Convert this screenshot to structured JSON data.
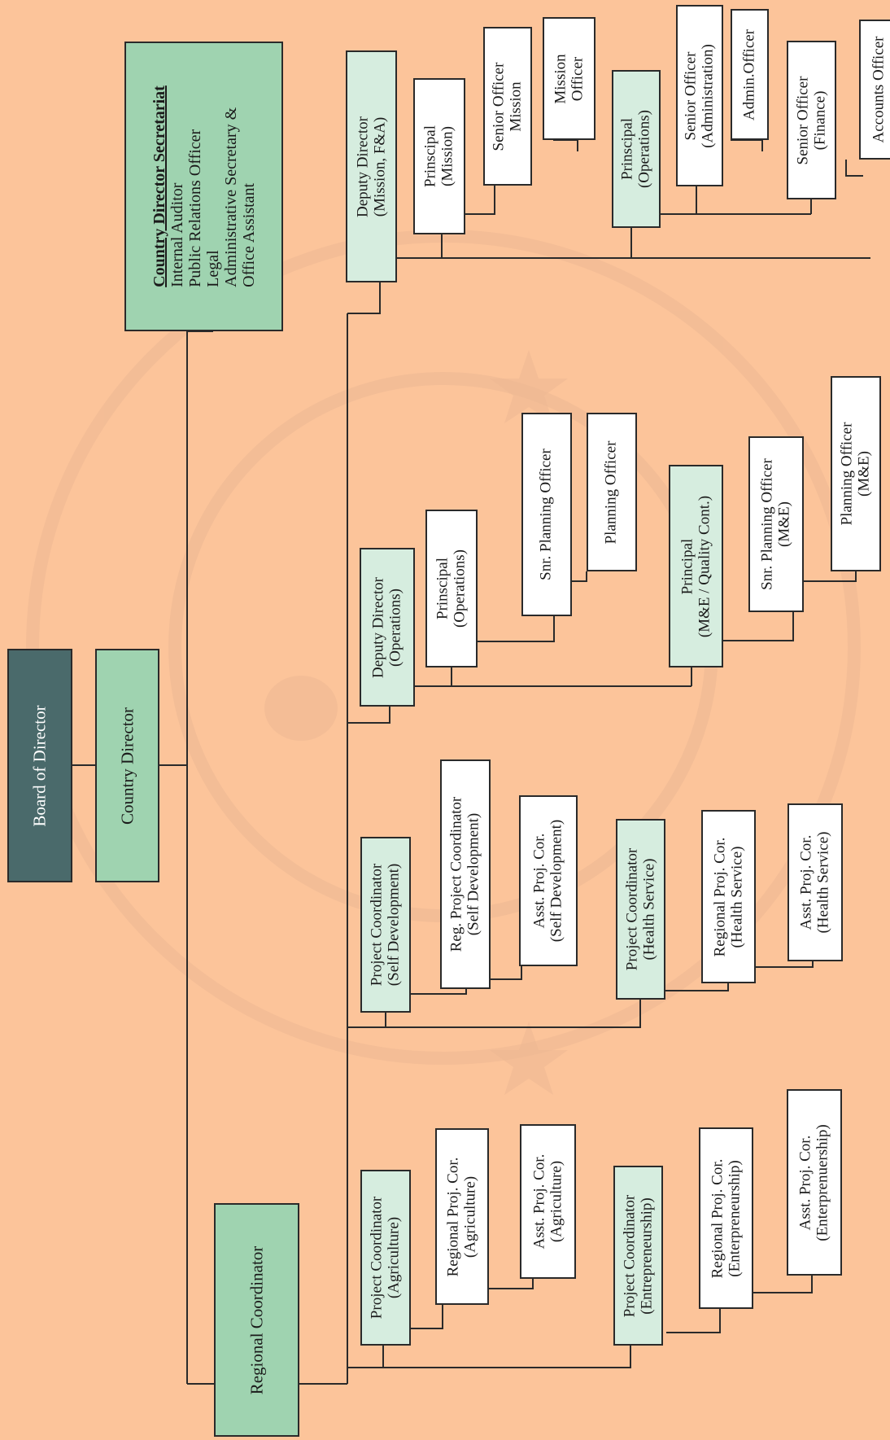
{
  "colors": {
    "background": "#fcc49a",
    "dark_box": "#4a6a6b",
    "green_box": "#9fd3b0",
    "pale_box": "#d6eddf",
    "white_box": "#ffffff",
    "line": "#2a2a2a"
  },
  "board": {
    "label": "Board of Director"
  },
  "country_director": {
    "label": "Country Director"
  },
  "secretariat": {
    "title": "Country Director Secretariat",
    "items": [
      "Internal Auditor",
      "Public Relations Officer",
      "Legal",
      "Administrative Secretary &",
      "Office Assistant"
    ]
  },
  "regional_coordinator": {
    "label": "Regional Coordinator"
  },
  "deputy_mission": {
    "label": [
      "Deputy Director",
      "(Mission, F&A)"
    ],
    "principal_mission": [
      "Prinscipal",
      "(Mission)"
    ],
    "senior_officer_mission": [
      "Senior Officer",
      "Mission"
    ],
    "mission_officer": [
      "Mission",
      "Officer"
    ],
    "principal_operations": [
      "Prinscipal",
      "(Operations)"
    ],
    "senior_officer_admin": [
      "Senior Officer",
      "(Administration)"
    ],
    "admin_officer": [
      "Admin.Officer"
    ],
    "senior_officer_finance": [
      "Senior Officer",
      "(Finance)"
    ],
    "accounts_officer": [
      "Accounts Officer"
    ]
  },
  "deputy_operations": {
    "label": [
      "Deputy Director",
      "(Operations)"
    ],
    "principal_operations": [
      "Prinscipal",
      "(Operations)"
    ],
    "snr_planning": [
      "Snr. Planning Officer"
    ],
    "planning_officer": [
      "Planning Officer"
    ],
    "principal_me": [
      "Principal",
      "(M&E / Quality Cont.)"
    ],
    "snr_planning_me": [
      "Snr. Planning Officer",
      "(M&E)"
    ],
    "planning_me": [
      "Planning Officer",
      "(M&E)"
    ]
  },
  "pc_self": {
    "label": [
      "Project Coordinator",
      "(Self Development)"
    ],
    "reg": [
      "Reg. Project Coordinator",
      "(Self Development)"
    ],
    "asst": [
      "Asst. Proj. Cor.",
      "(Self Development)"
    ]
  },
  "pc_health": {
    "label": [
      "Project Coordinator",
      "(Health Service)"
    ],
    "reg": [
      "Regional Proj. Cor.",
      "(Health Service)"
    ],
    "asst": [
      "Asst. Proj. Cor.",
      "(Health Service)"
    ]
  },
  "pc_agri": {
    "label": [
      "Project Coordinator",
      "(Agriculture)"
    ],
    "reg": [
      "Regional Proj. Cor.",
      "(Agriculture)"
    ],
    "asst": [
      "Asst. Proj. Cor.",
      "(Agriculture)"
    ]
  },
  "pc_entre": {
    "label": [
      "Project Coordinator",
      "(Entrepreneurship)"
    ],
    "reg": [
      "Regional Proj. Cor.",
      "(Enterpreneurship)"
    ],
    "asst": [
      "Asst. Proj. Cor.",
      "(Enterprenuership)"
    ]
  }
}
